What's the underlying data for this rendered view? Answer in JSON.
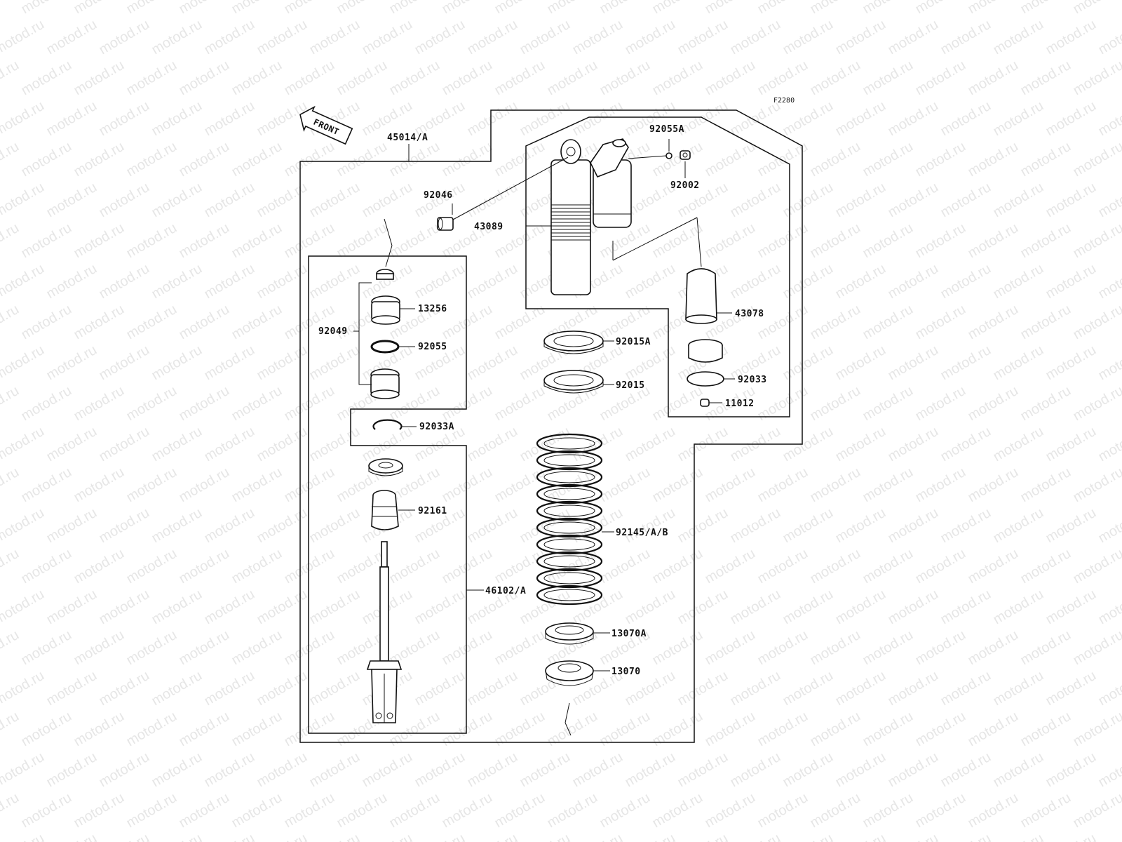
{
  "figure_code": "F2280",
  "direction_arrow": "FRONT",
  "watermark": "motod.ru",
  "labels": {
    "assembly": "45014/A",
    "body": "43089",
    "bushing": "92046",
    "o_ring_top": "92055A",
    "nut_top": "92002",
    "reservoir": "43078",
    "oring_res": "92033",
    "plug": "11012",
    "seal_assy": "92049",
    "cap": "13256",
    "oring_rod": "92055",
    "circlip": "92033A",
    "bumper": "92161",
    "rod_assy": "46102/A",
    "locknut_a": "92015A",
    "locknut": "92015",
    "spring": "92145/A/B",
    "guide_a": "13070A",
    "guide": "13070"
  }
}
